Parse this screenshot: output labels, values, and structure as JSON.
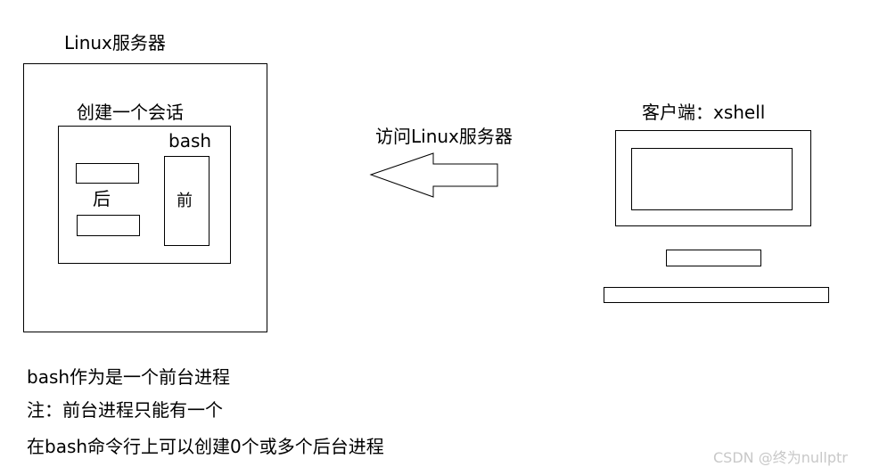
{
  "server": {
    "title": "Linux服务器",
    "session_label": "创建一个会话",
    "bash_label": "bash",
    "background_label": "后",
    "foreground_label": "前"
  },
  "arrow": {
    "label": "访问Linux服务器"
  },
  "client": {
    "label": "客户端：xshell"
  },
  "notes": [
    "bash作为是一个前台进程",
    "注：前台进程只能有一个",
    "在bash命令行上可以创建0个或多个后台进程"
  ],
  "watermark": "CSDN @终为nullptr"
}
